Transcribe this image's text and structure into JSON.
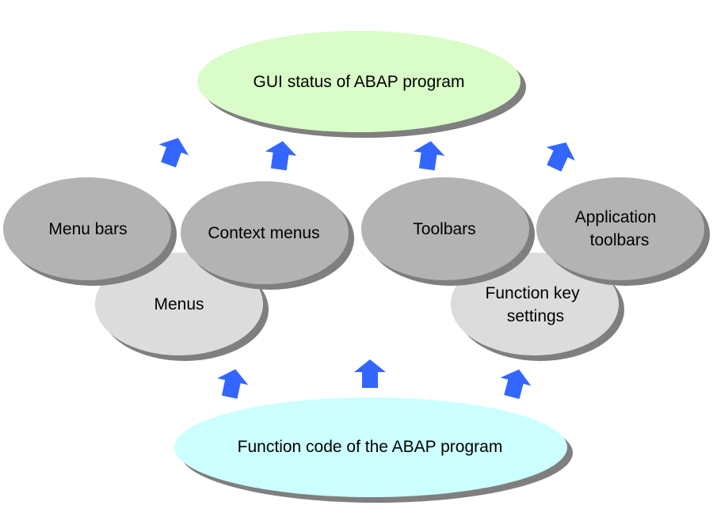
{
  "diagram": {
    "top_node": {
      "label": "GUI status of ABAP program"
    },
    "bottom_node": {
      "label": "Function code of the ABAP program"
    },
    "left_group": {
      "menu_bars": {
        "label": "Menu bars"
      },
      "context_menus": {
        "label": "Context menus"
      },
      "menus": {
        "label": "Menus"
      }
    },
    "right_group": {
      "toolbars": {
        "label": "Toolbars"
      },
      "application_toolbars": {
        "line1": "Application",
        "line2": "toolbars"
      },
      "function_key_settings": {
        "line1": "Function key",
        "line2": "settings"
      }
    },
    "colors": {
      "top_fill": "#d9fcc8",
      "bottom_fill": "#ccffff",
      "dark_gray": "#b3b3b3",
      "light_gray": "#dcdcdc",
      "shadow": "#7f7f7f",
      "arrow": "#3366ff"
    }
  }
}
